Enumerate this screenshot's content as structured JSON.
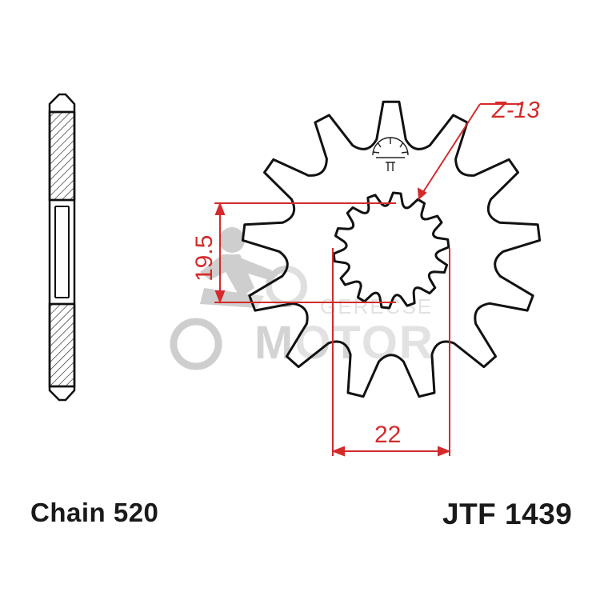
{
  "diagram": {
    "teeth_label": "Z-13",
    "spline_diameter": "19.5",
    "bore_width": "22",
    "chain_label": "Chain 520",
    "part_number": "JTF 1439",
    "watermark": {
      "line1": "GERECSE",
      "line2": "MOTOR"
    },
    "colors": {
      "outline": "#111111",
      "dimension": "#d42a2a",
      "watermark": "#c9c9c9",
      "background": "#ffffff"
    }
  }
}
